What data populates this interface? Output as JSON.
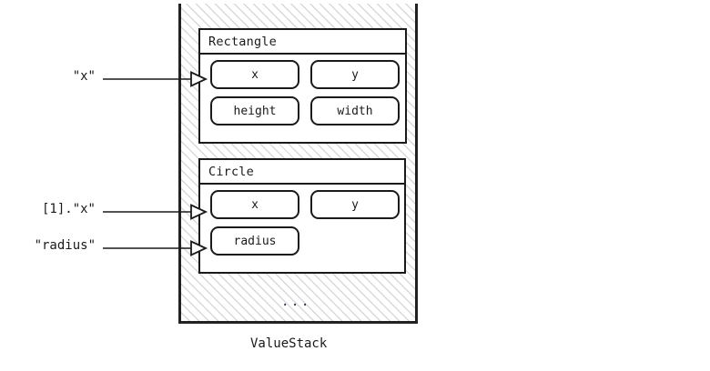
{
  "diagram": {
    "caption": "ValueStack",
    "ellipsis": "...",
    "container_name": "value-stack",
    "colors": {
      "stroke": "#1a1a1a",
      "container_stroke": "#222222",
      "hatch": "#d8d8dd",
      "background": "#ffffff",
      "text": "#1a1a1a"
    },
    "frames": [
      {
        "title": "Rectangle",
        "fields": [
          {
            "label": "x"
          },
          {
            "label": "y"
          },
          {
            "label": "height"
          },
          {
            "label": "width"
          }
        ]
      },
      {
        "title": "Circle",
        "fields": [
          {
            "label": "x"
          },
          {
            "label": "y"
          },
          {
            "label": "radius"
          }
        ]
      }
    ],
    "annotations": [
      {
        "text": "\"x\"",
        "target": "rectangle-field-x"
      },
      {
        "text": "[1].\"x\"",
        "target": "circle-field-x"
      },
      {
        "text": "\"radius\"",
        "target": "circle-field-radius"
      }
    ]
  }
}
